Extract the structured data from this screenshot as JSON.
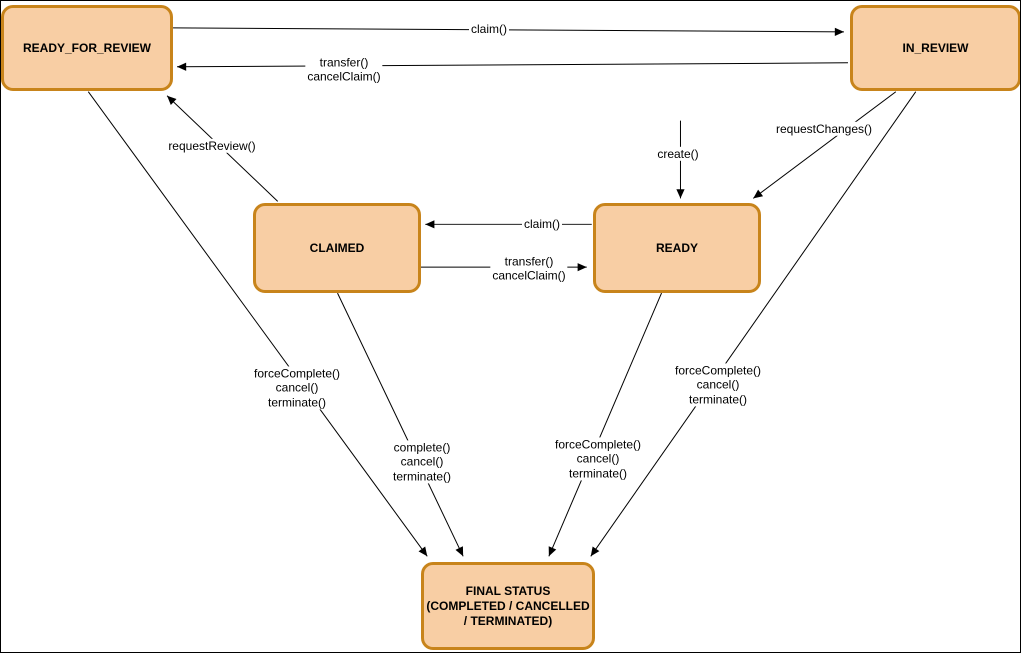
{
  "diagram": {
    "type": "state-machine",
    "colors": {
      "node_fill": "#F8CEA4",
      "node_border": "#C8841B",
      "arrow": "#000000",
      "background": "#FFFFFF"
    },
    "nodes": {
      "ready_for_review": {
        "label": "READY_FOR_REVIEW"
      },
      "in_review": {
        "label": "IN_REVIEW"
      },
      "claimed": {
        "label": "CLAIMED"
      },
      "ready": {
        "label": "READY"
      },
      "final": {
        "lines": [
          "FINAL STATUS",
          "(COMPLETED / CANCELLED",
          "/ TERMINATED)"
        ]
      }
    },
    "edges": {
      "claim_to_in_review": {
        "from": "READY_FOR_REVIEW",
        "to": "IN_REVIEW",
        "lines": [
          "claim()"
        ]
      },
      "transfer_to_rfr": {
        "from": "IN_REVIEW",
        "to": "READY_FOR_REVIEW",
        "lines": [
          "transfer()",
          "cancelClaim()"
        ]
      },
      "create": {
        "from": "start",
        "to": "READY",
        "lines": [
          "create()"
        ]
      },
      "request_changes": {
        "from": "IN_REVIEW",
        "to": "READY",
        "lines": [
          "requestChanges()"
        ]
      },
      "request_review": {
        "from": "CLAIMED",
        "to": "READY_FOR_REVIEW",
        "lines": [
          "requestReview()"
        ]
      },
      "claim_to_claimed": {
        "from": "READY",
        "to": "CLAIMED",
        "lines": [
          "claim()"
        ]
      },
      "transfer_to_ready": {
        "from": "CLAIMED",
        "to": "READY",
        "lines": [
          "transfer()",
          "cancelClaim()"
        ]
      },
      "rfr_to_final": {
        "from": "READY_FOR_REVIEW",
        "to": "FINAL",
        "lines": [
          "forceComplete()",
          "cancel()",
          "terminate()"
        ]
      },
      "claimed_to_final": {
        "from": "CLAIMED",
        "to": "FINAL",
        "lines": [
          "complete()",
          "cancel()",
          "terminate()"
        ]
      },
      "ready_to_final": {
        "from": "READY",
        "to": "FINAL",
        "lines": [
          "forceComplete()",
          "cancel()",
          "terminate()"
        ]
      },
      "in_review_to_final": {
        "from": "IN_REVIEW",
        "to": "FINAL",
        "lines": [
          "forceComplete()",
          "cancel()",
          "terminate()"
        ]
      }
    }
  }
}
